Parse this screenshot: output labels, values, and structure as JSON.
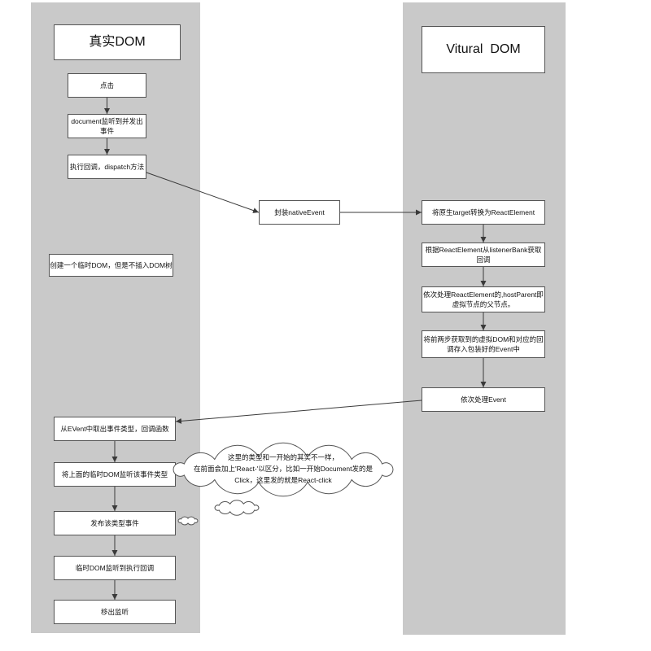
{
  "colors": {
    "lane_background": "#c9c9c9",
    "box_border": "#555555",
    "arrow": "#3a3a3a"
  },
  "real_dom": {
    "title": "真实DOM",
    "steps": [
      "点击",
      "document监听到并发出\n事件",
      "执行回调，dispatch方法",
      "创建一个临时DOM，但是不插入DOM树",
      "从EVent中取出事件类型，回调函数",
      "将上面的临时DOM监听该事件类型",
      "发布该类型事件",
      "临时DOM监听到执行回调",
      "移出监听"
    ]
  },
  "bridge": {
    "wrap_native_event": "封装nativeEvent"
  },
  "virtual_dom": {
    "title": "Vitural  DOM",
    "steps": [
      "将原生target转换为ReactElement",
      "根据ReactElement从listenerBank获取\n回调",
      "依次处理ReactElement的,hostParent即\n虚拟节点的父节点。",
      "将前两步获取到的虚拟DOM和对应的回\n调存入包装好的Event中",
      "依次处理Event"
    ]
  },
  "note": "这里的类型和一开始的其实不一样，\n在前面会加上'React-'以区分，比如一开始Document发的是\nClick，这里发的就是React-click"
}
